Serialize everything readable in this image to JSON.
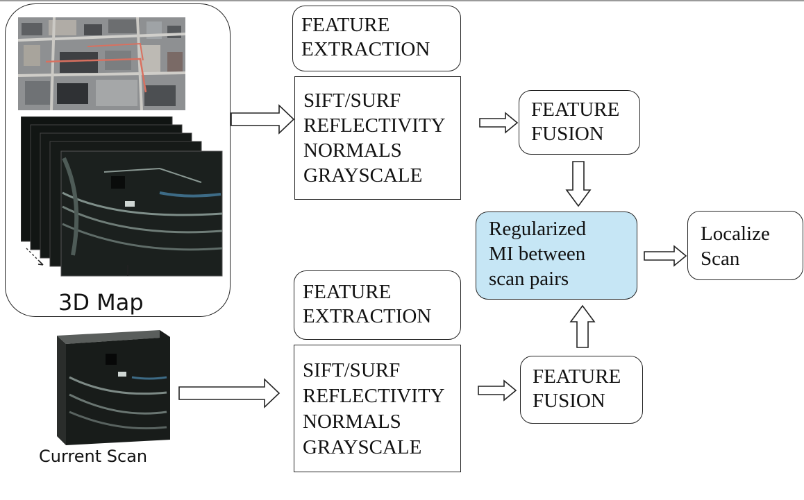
{
  "map_panel": {
    "label": "3D Map"
  },
  "current_scan": {
    "label": "Current Scan"
  },
  "top_pipeline": {
    "stage_label": [
      "FEATURE",
      "EXTRACTION"
    ],
    "features": [
      "SIFT/SURF",
      "REFLECTIVITY",
      "NORMALS",
      "GRAYSCALE"
    ],
    "fusion": [
      "FEATURE",
      "FUSION"
    ]
  },
  "bottom_pipeline": {
    "stage_label": [
      "FEATURE",
      "EXTRACTION"
    ],
    "features": [
      "SIFT/SURF",
      "REFLECTIVITY",
      "NORMALS",
      "GRAYSCALE"
    ],
    "fusion": [
      "FEATURE",
      "FUSION"
    ]
  },
  "mi_box": {
    "lines": [
      "Regularized",
      "MI between",
      "scan pairs"
    ],
    "fill": "#c6e6f5"
  },
  "output_box": {
    "lines": [
      "Localize",
      "Scan"
    ]
  }
}
